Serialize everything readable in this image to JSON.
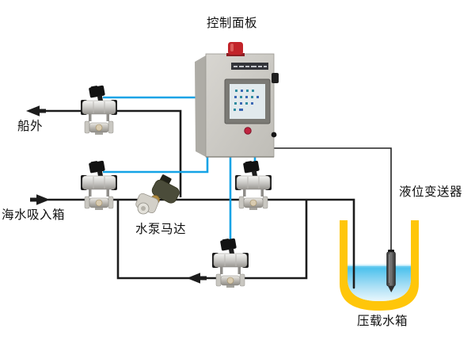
{
  "labels": {
    "control_panel": "控制面板",
    "overboard": "船外",
    "sea_chest": "海水吸入箱",
    "pump_motor": "水泵马达",
    "level_transmitter": "液位变送器",
    "ballast_tank": "压载水箱"
  },
  "colors": {
    "signal_line": "#14a3e6",
    "pipe_line": "#1c1c1c",
    "tank_yellow": "#ffc60a",
    "water_cyan": "#4fc2ed",
    "water_light": "#e9f7fd",
    "cabinet_gray": "#c9c7c2",
    "beacon_red": "#c2242a",
    "button_red": "#c02440",
    "screen_bg": "#e2eaed"
  },
  "diagram": {
    "valve_count": 4,
    "component_names": [
      "overboard-valve",
      "suction-valve",
      "tank-inlet-valve",
      "recirculation-valve",
      "pump-motor",
      "control-cabinet",
      "level-sensor",
      "ballast-tank"
    ]
  }
}
